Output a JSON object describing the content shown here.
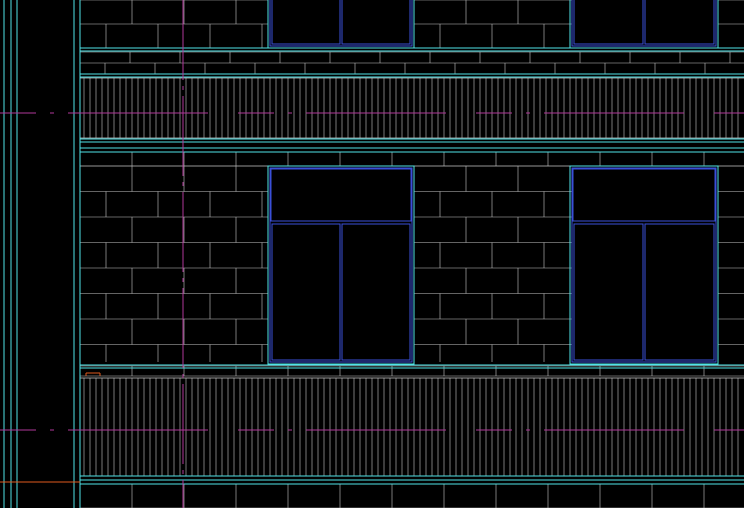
{
  "app": {
    "view": "cad-elevation-drawing",
    "background": "#000000"
  },
  "colors": {
    "wall_line": "#c8c8c8",
    "edge_line": "#4fe3e8",
    "window_frame": "#3a4fd8",
    "window_outer": "#4fe3e8",
    "axis_line": "#b0389a",
    "ground_line": "#e05a1e",
    "mark": "#e05a1e"
  },
  "elements": {
    "column_edges": "cyan-vertical-lines",
    "brick_courses": "grey-brick-hatch",
    "railing_bands": "grey-vertical-baluster-hatch",
    "axis_lines": "magenta-dash-dot",
    "windows": "blue-double-casement"
  }
}
